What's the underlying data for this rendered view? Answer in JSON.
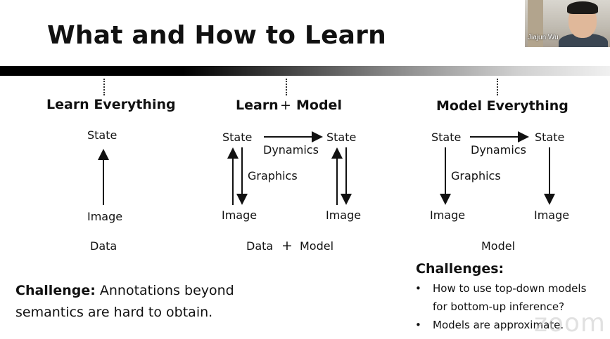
{
  "slide": {
    "title": "What and How to Learn",
    "columns": [
      {
        "heading": "Learn Everything",
        "top": "State",
        "bottom": "Image",
        "caption": "Data"
      },
      {
        "heading_left": "Learn",
        "heading_plus": "+",
        "heading_right": "Model",
        "state_left": "State",
        "state_right": "State",
        "dynamics": "Dynamics",
        "graphics": "Graphics",
        "image_left": "Image",
        "image_right": "Image",
        "caption_left": "Data",
        "caption_plus": "+",
        "caption_right": "Model"
      },
      {
        "heading": "Model Everything",
        "state_left": "State",
        "state_right": "State",
        "dynamics": "Dynamics",
        "graphics": "Graphics",
        "image_left": "Image",
        "image_right": "Image",
        "caption": "Model"
      }
    ],
    "challenge_left": {
      "bold": "Challenge:",
      "line1": "Annotations beyond",
      "line2": "semantics are hard to obtain."
    },
    "challenges_right": {
      "heading": "Challenges:",
      "bullets": [
        {
          "line1": "How to use top-down models",
          "line2": "for bottom-up inference?"
        },
        {
          "line1": "Models are approximate.",
          "line2": ""
        }
      ]
    }
  },
  "video": {
    "participant_name": "Jiajun Wu"
  },
  "watermark": "zoom"
}
